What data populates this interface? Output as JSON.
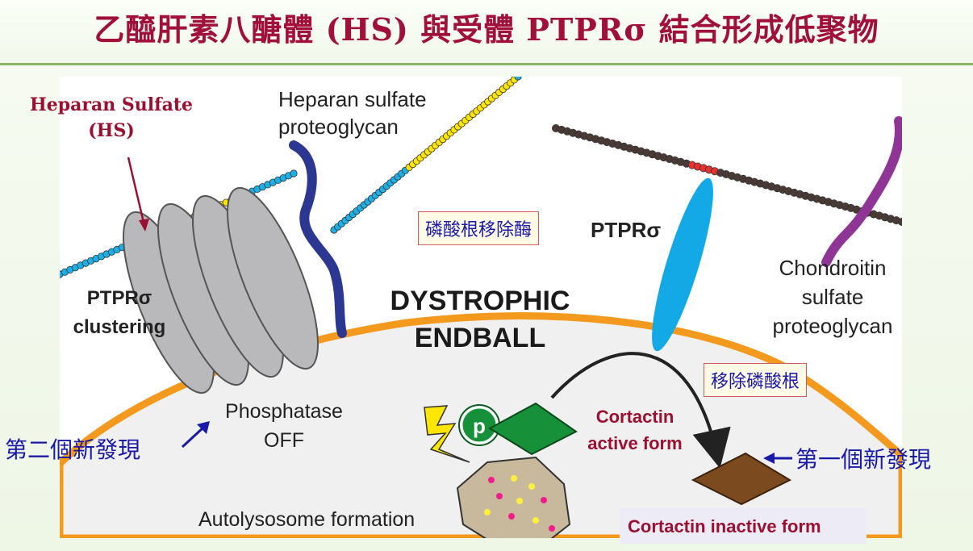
{
  "title": "乙醯肝素八醣體 (HS) 與受體 PTPRσ 結合形成低聚物",
  "labels": {
    "hs_line1": "Heparan Sulfate",
    "hs_line2": "(HS)",
    "hspg_line1": "Heparan sulfate",
    "hspg_line2": "proteoglycan",
    "ptpr_clustering_line1": "PTPRσ",
    "ptpr_clustering_line2": "clustering",
    "dystrophic_line1": "DYSTROPHIC",
    "dystrophic_line2": "ENDBALL",
    "ptpr": "PTPRσ",
    "cspg_line1": "Chondroitin",
    "cspg_line2": "sulfate",
    "cspg_line3": "proteoglycan",
    "phosphatase_line1": "Phosphatase",
    "phosphatase_line2": "OFF",
    "p_badge": "p",
    "cortactin_active_line1": "Cortactin",
    "cortactin_active_line2": "active form",
    "cortactin_inactive": "Cortactin inactive form",
    "autolysosome": "Autolysosome formation"
  },
  "boxes": {
    "phosphatase_removal_enzyme": "磷酸根移除酶",
    "remove_phosphate": "移除磷酸根"
  },
  "findings": {
    "second": "第二個新發現",
    "first": "第一個新發現"
  },
  "colors": {
    "title": "#a0103a",
    "finding_text": "#1a1aa8",
    "membrane": "#f39a1e",
    "hspg_core": "#2b3791",
    "ptpr_receptor": "#12a9e6",
    "cspg_core": "#8e3596",
    "cortactin_active": "#16913a",
    "cortactin_inactive": "#7b4a1f",
    "autolysosome": "#c8b99d"
  }
}
